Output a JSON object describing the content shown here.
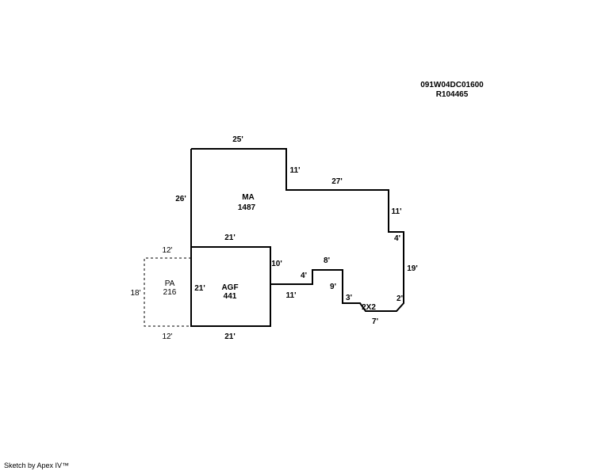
{
  "parcel": {
    "id": "091W04DC01600",
    "ref": "R104465"
  },
  "areas": {
    "ma": {
      "code": "MA",
      "size": "1487"
    },
    "agf": {
      "code": "AGF",
      "size": "441"
    },
    "pa": {
      "code": "PA",
      "size": "216"
    }
  },
  "dims": {
    "ma_top": "25'",
    "ma_step": "11'",
    "ma_upper_right": "27'",
    "ma_right_a": "11'",
    "ma_jog": "4'",
    "ma_right_b": "19'",
    "ma_bevel": "2'",
    "ma_bottom": "7'",
    "bay_label": "2X2",
    "ma_notch_a": "3'",
    "ma_notch_b": "9'",
    "ma_notch_top": "8'",
    "ma_notch_c": "4'",
    "ma_lower": "11'",
    "ma_left": "26'",
    "agf_top": "21'",
    "agf_right": "10'",
    "agf_left": "21'",
    "agf_bottom": "21'",
    "pa_top": "12'",
    "pa_left": "18'",
    "pa_bottom": "12'"
  },
  "footer": "Sketch by Apex IV™"
}
